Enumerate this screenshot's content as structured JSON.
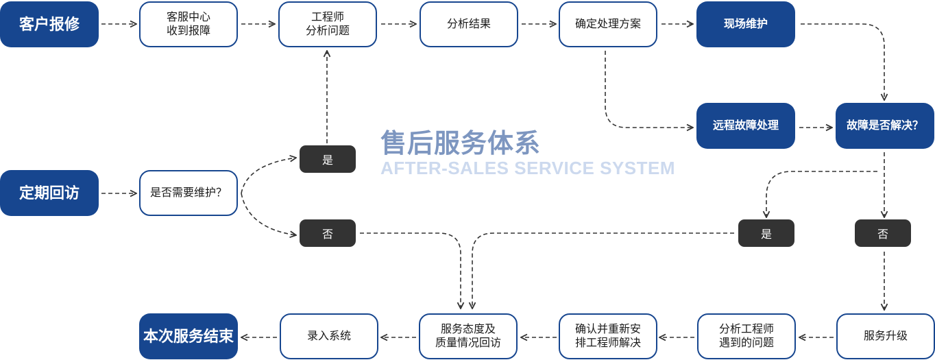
{
  "title": {
    "cn": "售后服务体系",
    "en": "AFTER-SALES SERVICE SYSTEM"
  },
  "nodes": {
    "customer_report": "客户报修",
    "service_center": "客服中心\n收到报障",
    "engineer_analysis": "工程师\n分析问题",
    "analysis_result": "分析结果",
    "confirm_plan": "确定处理方案",
    "onsite_maintenance": "现场维护",
    "remote_fix": "远程故障处理",
    "resolved_check": "故障是否解决？",
    "regular_visit": "定期回访",
    "need_maintenance": "是否需要维护？",
    "service_upgrade": "服务升级",
    "analyze_engineer_issues": "分析工程师\n遇到的问题",
    "reassign": "确认并重新安\n排工程师解决",
    "attitude_review": "服务态度及\n质量情况回访",
    "record_system": "录入系统",
    "service_end": "本次服务结束"
  },
  "pills": {
    "yes_maintenance": "是",
    "no_maintenance": "否",
    "yes_resolved": "是",
    "no_resolved": "否"
  },
  "colors": {
    "primary": "#17468f",
    "pill": "#333333",
    "connector": "#333333",
    "title_cn": "#7d96c0",
    "title_en": "#ccd9ee"
  }
}
